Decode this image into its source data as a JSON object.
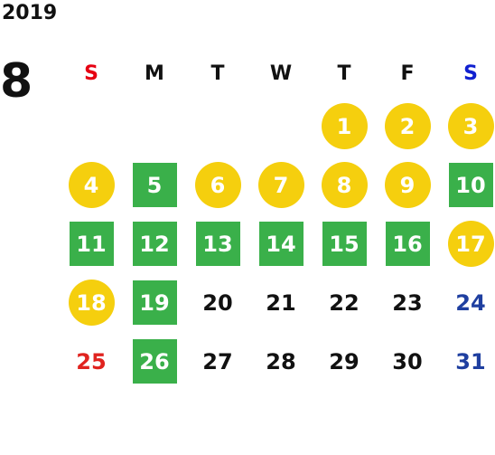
{
  "year": "2019",
  "month": "8",
  "weekdays": [
    {
      "label": "S",
      "color": "#e60012"
    },
    {
      "label": "M",
      "color": "#111111"
    },
    {
      "label": "T",
      "color": "#111111"
    },
    {
      "label": "W",
      "color": "#111111"
    },
    {
      "label": "T",
      "color": "#111111"
    },
    {
      "label": "F",
      "color": "#111111"
    },
    {
      "label": "S",
      "color": "#1020d0"
    }
  ],
  "colors": {
    "circle": "#f5cf0e",
    "square": "#3ab04a",
    "sunday_text": "#e0231f",
    "saturday_text": "#1f3fa0",
    "plain_text": "#111111"
  },
  "weeks": [
    [
      null,
      null,
      null,
      null,
      {
        "day": "1",
        "style": "circle"
      },
      {
        "day": "2",
        "style": "circle"
      },
      {
        "day": "3",
        "style": "circle"
      }
    ],
    [
      {
        "day": "4",
        "style": "circle"
      },
      {
        "day": "5",
        "style": "square"
      },
      {
        "day": "6",
        "style": "circle"
      },
      {
        "day": "7",
        "style": "circle"
      },
      {
        "day": "8",
        "style": "circle"
      },
      {
        "day": "9",
        "style": "circle"
      },
      {
        "day": "10",
        "style": "square"
      }
    ],
    [
      {
        "day": "11",
        "style": "square"
      },
      {
        "day": "12",
        "style": "square"
      },
      {
        "day": "13",
        "style": "square"
      },
      {
        "day": "14",
        "style": "square"
      },
      {
        "day": "15",
        "style": "square"
      },
      {
        "day": "16",
        "style": "square"
      },
      {
        "day": "17",
        "style": "circle"
      }
    ],
    [
      {
        "day": "18",
        "style": "circle"
      },
      {
        "day": "19",
        "style": "square"
      },
      {
        "day": "20",
        "style": "plain"
      },
      {
        "day": "21",
        "style": "plain"
      },
      {
        "day": "22",
        "style": "plain"
      },
      {
        "day": "23",
        "style": "plain"
      },
      {
        "day": "24",
        "style": "plain-saturday"
      }
    ],
    [
      {
        "day": "25",
        "style": "plain-sunday"
      },
      {
        "day": "26",
        "style": "square"
      },
      {
        "day": "27",
        "style": "plain"
      },
      {
        "day": "28",
        "style": "plain"
      },
      {
        "day": "29",
        "style": "plain"
      },
      {
        "day": "30",
        "style": "plain"
      },
      {
        "day": "31",
        "style": "plain-saturday"
      }
    ]
  ]
}
